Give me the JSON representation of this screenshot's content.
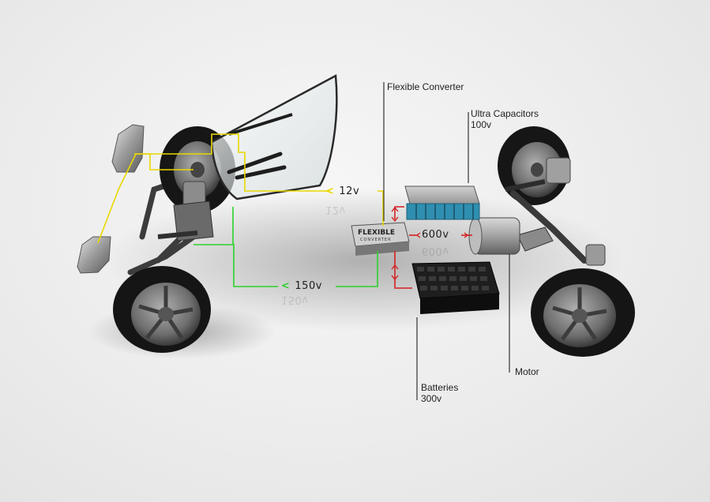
{
  "callouts": {
    "converter": "Flexible Converter",
    "capacitors_title": "Ultra Capacitors",
    "capacitors_voltage": "100v",
    "motor": "Motor",
    "batteries_title": "Batteries",
    "batteries_voltage": "300v"
  },
  "voltages": {
    "low": "12v",
    "mid": "150v",
    "high": "600v"
  },
  "converter_badge": {
    "line1": "FLEXIBLE",
    "line2": "CONVERTER"
  },
  "colors": {
    "line_12v": "#e8d800",
    "line_150v": "#2bd12b",
    "line_600v": "#d42020",
    "capacitor_cells": "#2f8fb0",
    "tire": "#151515",
    "rim": "#7a7a7a"
  }
}
